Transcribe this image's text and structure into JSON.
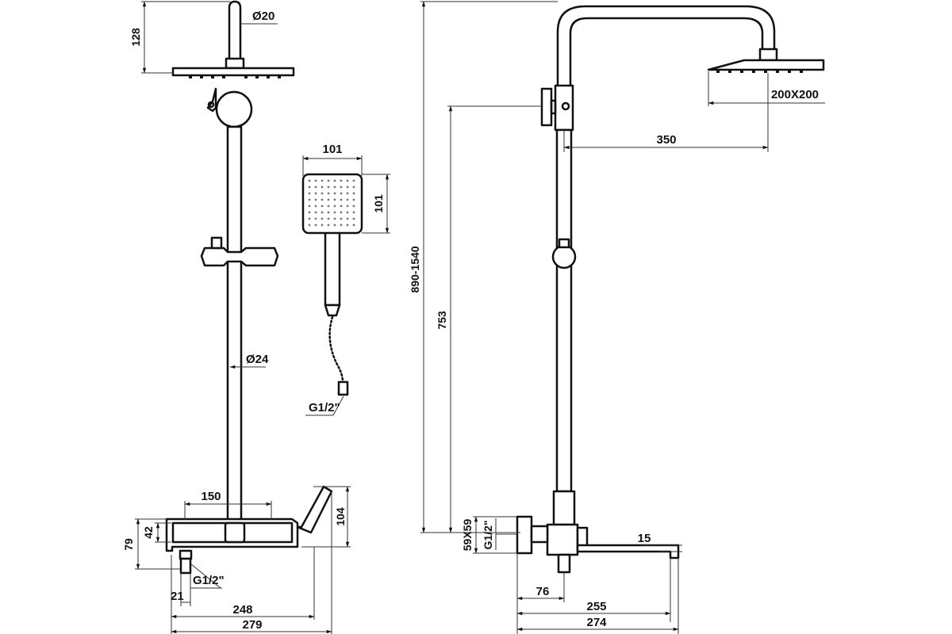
{
  "dimensions": {
    "overhead_pipe_diameter": "Ø20",
    "overhead_arm_height": "128",
    "riser_diameter": "Ø24",
    "hand_shower_width": "101",
    "hand_shower_height": "101",
    "hose_thread": "G1/2\"",
    "mixer_center_width": "150",
    "mixer_body_height": "104",
    "mixer_inner_height": "42",
    "mixer_total_height": "79",
    "inlet_thread_left": "G1/2\"",
    "inlet_width": "21",
    "mixer_width_248": "248",
    "mixer_width_279": "279",
    "total_height_range": "890-1540",
    "riser_height": "753",
    "overhead_reach": "350",
    "head_size": "200X200",
    "flange_size": "59X59",
    "inlet_thread_right": "G1/2\"",
    "spout_thickness": "15",
    "inlet_offset": "76",
    "spout_reach_255": "255",
    "spout_reach_274": "274"
  }
}
